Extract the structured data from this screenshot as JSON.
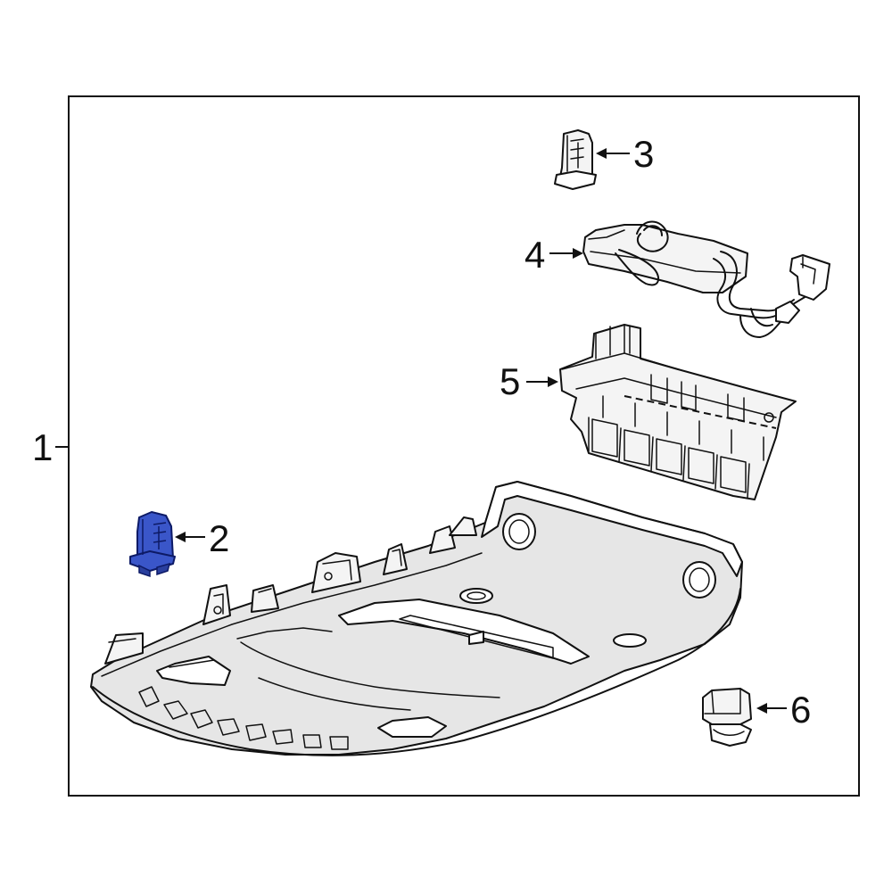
{
  "callouts": {
    "c1": "1",
    "c2": "2",
    "c3": "3",
    "c4": "4",
    "c5": "5",
    "c6": "6"
  },
  "colors": {
    "highlight": "#3a56c9",
    "line": "#111111",
    "background": "#ffffff"
  },
  "highlighted_part": "2"
}
